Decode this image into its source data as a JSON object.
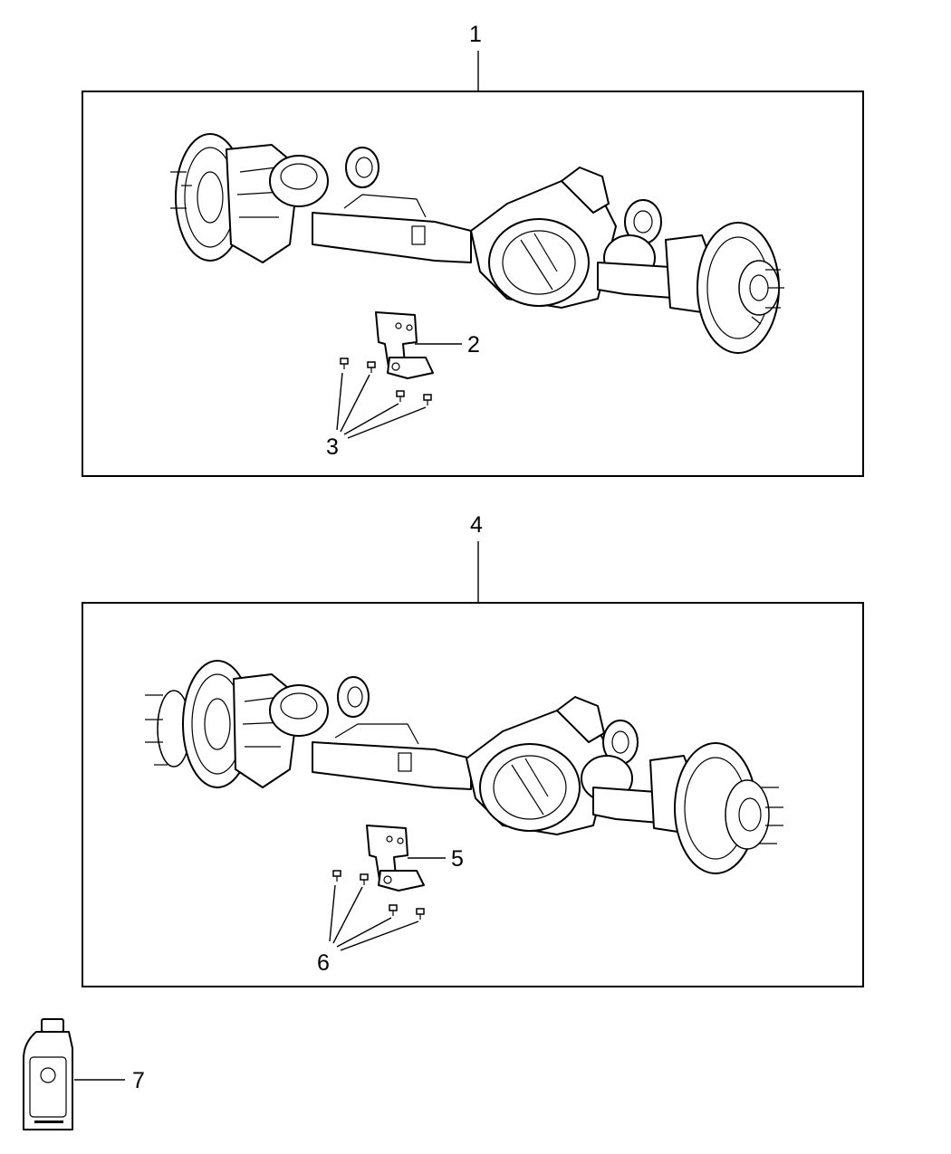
{
  "callouts": {
    "c1": "1",
    "c2": "2",
    "c3": "3",
    "c4": "4",
    "c5": "5",
    "c6": "6",
    "c7": "7"
  },
  "assemblies": [
    {
      "id": "upper",
      "callout": "1",
      "bracket_callout": "2",
      "bolts_callout": "3",
      "bolt_count": 4
    },
    {
      "id": "lower",
      "callout": "4",
      "bracket_callout": "5",
      "bolts_callout": "6",
      "bolt_count": 4
    }
  ],
  "fluid_bottle": {
    "callout": "7",
    "icon": "lubricant-bottle-icon"
  },
  "colors": {
    "ink": "#000000",
    "paper": "#ffffff"
  }
}
